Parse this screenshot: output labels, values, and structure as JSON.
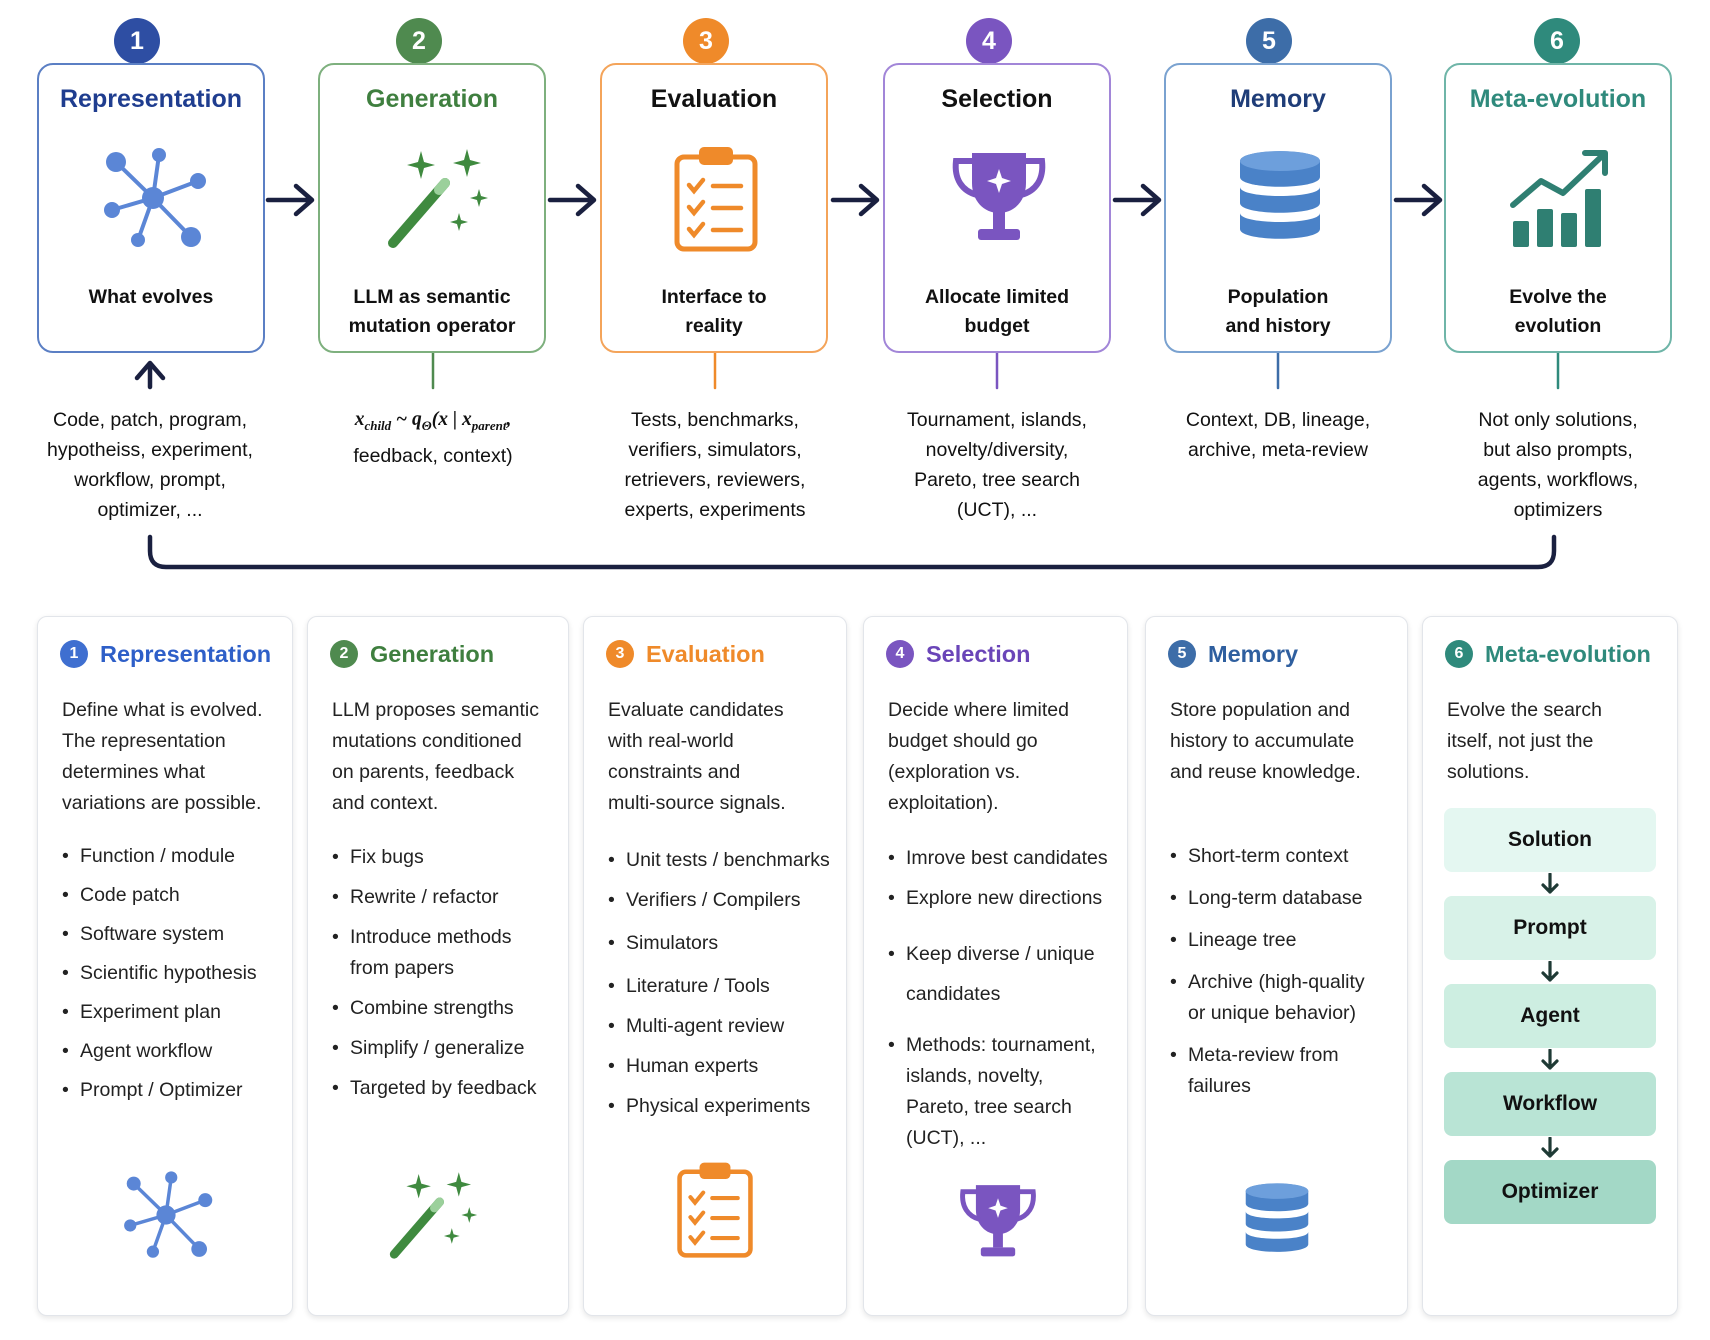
{
  "colors": {
    "representation": "#2e4ea3",
    "generation": "#4f8a4f",
    "evaluation": "#ef8a2a",
    "selection": "#7a55c0",
    "memory": "#3d6da8",
    "meta": "#2f8a7c",
    "arrow": "#1a2040"
  },
  "steps": [
    {
      "num": "1",
      "title": "Representation",
      "subtitle": [
        "What evolves"
      ],
      "icon": "network-icon",
      "below": [
        "Code, patch, program,",
        "hypotheiss, experiment,",
        "workflow, prompt,",
        "optimizer, ..."
      ]
    },
    {
      "num": "2",
      "title": "Generation",
      "subtitle": [
        "LLM as semantic",
        "mutation operator"
      ],
      "icon": "magic-wand-icon",
      "formula": {
        "x": "x",
        "child": "child",
        "op": "~ q",
        "theta": "Θ",
        "open": "(x | x",
        "parent": "parent",
        "rest": ","
      },
      "below": [
        "feedback, context)"
      ]
    },
    {
      "num": "3",
      "title": "Evaluation",
      "subtitle": [
        "Interface to",
        "reality"
      ],
      "icon": "clipboard-icon",
      "below": [
        "Tests, benchmarks,",
        "verifiers, simulators,",
        "retrievers, reviewers,",
        "experts, experiments"
      ]
    },
    {
      "num": "4",
      "title": "Selection",
      "subtitle": [
        "Allocate limited",
        "budget"
      ],
      "icon": "trophy-icon",
      "below": [
        "Tournament, islands,",
        "novelty/diversity,",
        "Pareto, tree search",
        "(UCT), ..."
      ]
    },
    {
      "num": "5",
      "title": "Memory",
      "subtitle": [
        "Population",
        "and history"
      ],
      "icon": "database-icon",
      "below": [
        "Context, DB, lineage,",
        "archive, meta-review"
      ]
    },
    {
      "num": "6",
      "title": "Meta-evolution",
      "subtitle": [
        "Evolve the",
        "evolution"
      ],
      "icon": "growth-chart-icon",
      "below": [
        "Not only solutions,",
        "but also prompts,",
        "agents, workflows,",
        "optimizers"
      ]
    }
  ],
  "cards": [
    {
      "num": "1",
      "title": "Representation",
      "desc": [
        "Define what is evolved.",
        "The representation",
        "determines what",
        "variations are possible."
      ],
      "items": [
        [
          "Function / module"
        ],
        [
          "Code patch"
        ],
        [
          "Software system"
        ],
        [
          "Scientific hypothesis"
        ],
        [
          "Experiment plan"
        ],
        [
          "Agent workflow"
        ],
        [
          "Prompt / Optimizer"
        ]
      ]
    },
    {
      "num": "2",
      "title": "Generation",
      "desc": [
        "LLM proposes semantic",
        "mutations conditioned",
        "on parents, feedback",
        "and context."
      ],
      "items": [
        [
          "Fix bugs"
        ],
        [
          "Rewrite / refactor"
        ],
        [
          "Introduce methods",
          "from papers"
        ],
        [
          "Combine strengths"
        ],
        [
          "Simplify / generalize"
        ],
        [
          "Targeted by feedback"
        ]
      ]
    },
    {
      "num": "3",
      "title": "Evaluation",
      "desc": [
        "Evaluate candidates",
        "with real-world",
        "constraints and",
        "multi-source signals."
      ],
      "items": [
        [
          "Unit tests / benchmarks"
        ],
        [
          "Verifiers / Compilers"
        ],
        [
          "Simulators"
        ],
        [
          "Literature / Tools"
        ],
        [
          "Multi-agent review"
        ],
        [
          "Human experts"
        ],
        [
          "Physical experiments"
        ]
      ]
    },
    {
      "num": "4",
      "title": "Selection",
      "desc": [
        "Decide where limited",
        "budget should go",
        "(exploration vs.",
        "exploitation)."
      ],
      "items": [
        [
          "Imrove best candidates"
        ],
        [
          "Explore new directions"
        ],
        [
          "Keep diverse / unique",
          "candidates"
        ],
        [
          "Methods: tournament,",
          "islands, novelty,",
          "Pareto, tree search",
          "(UCT), ..."
        ]
      ]
    },
    {
      "num": "5",
      "title": "Memory",
      "desc": [
        "Store population and",
        "history to accumulate",
        "and reuse knowledge."
      ],
      "items": [
        [
          "Short-term context"
        ],
        [
          "Long-term database"
        ],
        [
          "Lineage tree"
        ],
        [
          "Archive (high-quality",
          "or unique behavior)"
        ],
        [
          "Meta-review from",
          "failures"
        ]
      ]
    },
    {
      "num": "6",
      "title": "Meta-evolution",
      "desc": [
        "Evolve the search",
        "itself, not just the",
        "solutions."
      ],
      "meta_stack": [
        "Solution",
        "Prompt",
        "Agent",
        "Workflow",
        "Optimizer"
      ]
    }
  ]
}
